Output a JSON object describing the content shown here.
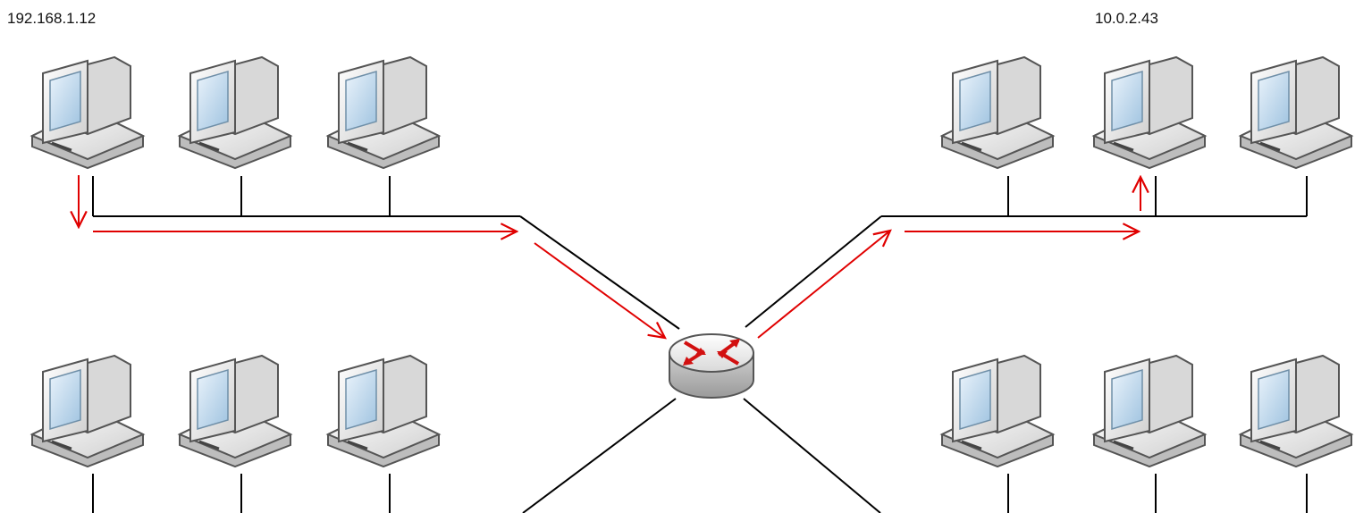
{
  "labels": {
    "source_ip": "192.168.1.12",
    "destination_ip": "10.0.2.43"
  },
  "nodes": {
    "computer_icon": "desktop-computer-icon",
    "router_icon": "router-icon",
    "computer_count": 12,
    "segments": [
      {
        "name": "top-left-segment",
        "computers": 3
      },
      {
        "name": "bottom-left-segment",
        "computers": 3
      },
      {
        "name": "top-right-segment",
        "computers": 3
      },
      {
        "name": "bottom-right-segment",
        "computers": 3
      }
    ]
  },
  "colors": {
    "wire": "#000000",
    "packet_path": "#e00000",
    "screen": "#cfe3f3",
    "case": "#f2f2f2",
    "router_arrows": "#d21010"
  }
}
